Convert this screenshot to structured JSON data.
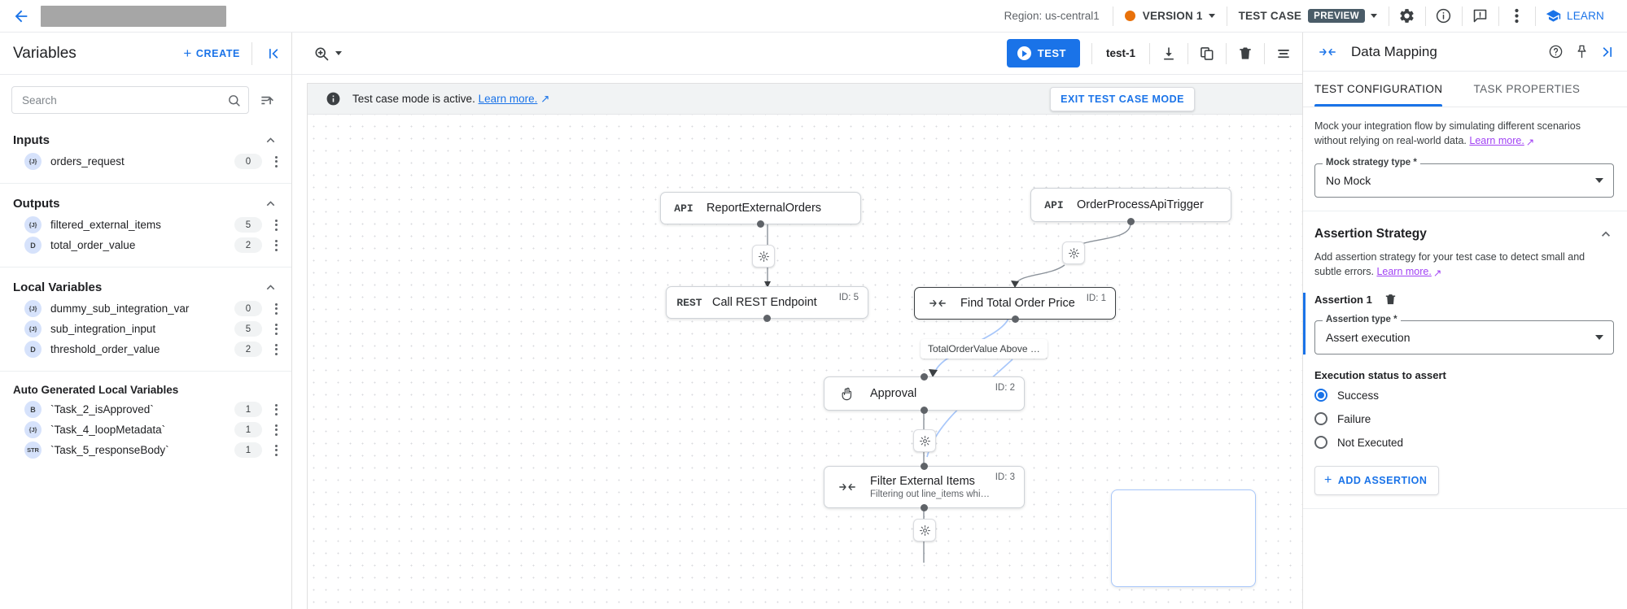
{
  "topbar": {
    "back_icon": "back-arrow-icon",
    "title_redacted": "",
    "region": "Region: us-central1",
    "version": "VERSION 1",
    "test_case_label": "TEST CASE",
    "preview_badge": "PREVIEW",
    "icons": [
      "gear-icon",
      "info-icon",
      "feedback-icon",
      "overflow-menu-icon"
    ],
    "learn": "LEARN",
    "accent_blue": "#1a73e8",
    "version_dot_color": "#e8710a",
    "preview_badge_color": "#4a5c68"
  },
  "sidebar": {
    "title": "Variables",
    "create_label": "CREATE",
    "collapse_icon": "collapse-panel-icon",
    "search": {
      "value": "",
      "placeholder": "Search",
      "icon": "search-icon"
    },
    "sort_icon": "sort-icon",
    "groups": [
      {
        "title": "Inputs",
        "expanded": true,
        "items": [
          {
            "type": "{J}",
            "name": "orders_request",
            "count": "0"
          }
        ]
      },
      {
        "title": "Outputs",
        "expanded": true,
        "items": [
          {
            "type": "{J}",
            "name": "filtered_external_items",
            "count": "5"
          },
          {
            "type": "D",
            "name": "total_order_value",
            "count": "2"
          }
        ]
      },
      {
        "title": "Local Variables",
        "expanded": true,
        "items": [
          {
            "type": "{J}",
            "name": "dummy_sub_integration_var",
            "count": "0"
          },
          {
            "type": "{J}",
            "name": "sub_integration_input",
            "count": "5"
          },
          {
            "type": "D",
            "name": "threshold_order_value",
            "count": "2"
          }
        ]
      },
      {
        "title": "Auto Generated Local Variables",
        "expanded": false,
        "small": true,
        "items": [
          {
            "type": "B",
            "name": "`Task_2_isApproved`",
            "count": "1"
          },
          {
            "type": "{J}",
            "name": "`Task_4_loopMetadata`",
            "count": "1"
          },
          {
            "type": "STR",
            "name": "`Task_5_responseBody`",
            "count": "1"
          }
        ]
      }
    ]
  },
  "canvas_toolbar": {
    "zoom_icon": "zoom-in-icon",
    "test_button": "TEST",
    "test_case_name": "test-1",
    "icons": [
      "download-icon",
      "duplicate-icon",
      "delete-icon",
      "list-icon"
    ]
  },
  "canvas": {
    "banner": {
      "icon": "info-icon",
      "text": "Test case mode is active.",
      "link": "Learn more.",
      "exit_button": "EXIT TEST CASE MODE"
    },
    "nodes": [
      {
        "icon": "API",
        "title": "ReportExternalOrders",
        "subtitle": "",
        "id": ""
      },
      {
        "icon": "API",
        "title": "OrderProcessApiTrigger",
        "subtitle": "",
        "id": ""
      },
      {
        "icon": "REST",
        "title": "Call REST Endpoint",
        "subtitle": "",
        "id": "ID: 5"
      },
      {
        "icon": "map",
        "title": "Find Total Order Price",
        "subtitle": "",
        "id": "ID: 1"
      },
      {
        "icon": "hand",
        "title": "Approval",
        "subtitle": "",
        "id": "ID: 2"
      },
      {
        "icon": "map",
        "title": "Filter External Items",
        "subtitle": "Filtering out line_items whi…",
        "id": "ID: 3"
      }
    ],
    "edge_label": "TotalOrderValue Above …"
  },
  "right_panel": {
    "header_icon": "data-mapping-icon",
    "title": "Data Mapping",
    "actions": [
      "help-icon",
      "pin-icon",
      "collapse-right-icon"
    ],
    "tabs": [
      {
        "label": "TEST CONFIGURATION",
        "active": true
      },
      {
        "label": "TASK PROPERTIES",
        "active": false
      }
    ],
    "mock": {
      "description": "Mock your integration flow by simulating different scenarios without relying on real-world data.",
      "link": "Learn more.",
      "field_label": "Mock strategy type *",
      "field_value": "No Mock"
    },
    "assertion": {
      "section_title": "Assertion Strategy",
      "description": "Add assertion strategy for your test case to detect small and subtle errors.",
      "link": "Learn more.",
      "item_label": "Assertion 1",
      "delete_icon": "delete-icon",
      "type_label": "Assertion type *",
      "type_value": "Assert execution",
      "status_label": "Execution status to assert",
      "options": [
        {
          "label": "Success",
          "selected": true
        },
        {
          "label": "Failure",
          "selected": false
        },
        {
          "label": "Not Executed",
          "selected": false
        }
      ],
      "add_label": "ADD ASSERTION"
    }
  }
}
